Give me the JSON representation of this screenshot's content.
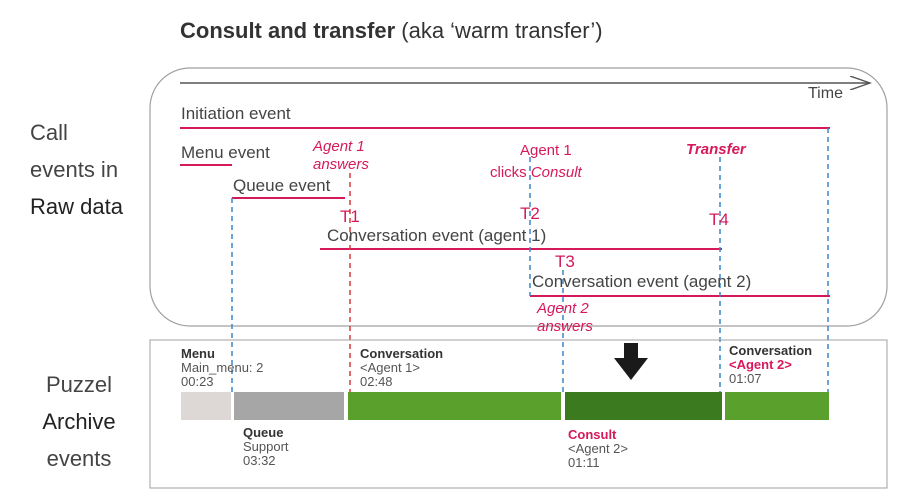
{
  "title": {
    "bold": "Consult and transfer",
    "rest": " (aka ‘warm transfer’)"
  },
  "side_labels": {
    "raw": [
      "Call",
      "events in",
      "Raw data"
    ],
    "archive": [
      "Puzzel",
      "Archive",
      "events"
    ]
  },
  "time_label": "Time",
  "raw_events": {
    "initiation": "Initiation event",
    "menu_prefix": "Menu",
    "menu_suffix": " event",
    "queue": "Queue event",
    "conv1": "Conversation event (agent 1)",
    "conv2": "Conversation event (agent 2)"
  },
  "annotations": {
    "agent1_answers": [
      "Agent 1",
      "answers"
    ],
    "agent1_clicks": [
      "Agent 1",
      "clicks ",
      "Consult"
    ],
    "transfer": "Transfer",
    "agent2_answers": [
      "Agent 2",
      "answers"
    ]
  },
  "timepoints": [
    "T1",
    "T2",
    "T3",
    "T4"
  ],
  "archive_segments": {
    "menu": {
      "title": "Menu",
      "line1": "Main_menu: 2",
      "line2": "00:23"
    },
    "queue": {
      "title": "Queue",
      "line1": "Support",
      "line2": "03:32"
    },
    "conv1": {
      "title": "Conversation",
      "line1": "<Agent 1>",
      "line2": "02:48"
    },
    "consult": {
      "title": "Consult",
      "line1": "<Agent 2>",
      "line2": "01:11"
    },
    "conv2": {
      "title": "Conversation",
      "line1": "<Agent 2>",
      "line2": "01:07"
    }
  },
  "colors": {
    "pink": "#d6195b",
    "blue_dashed": "#3a86c8",
    "red_dashed": "#d63a3a",
    "menu_bar": "#ddd8d5",
    "queue_bar": "#a6a6a6",
    "conv_green": "#5aa02c",
    "consult_green": "#3b7a1e"
  }
}
